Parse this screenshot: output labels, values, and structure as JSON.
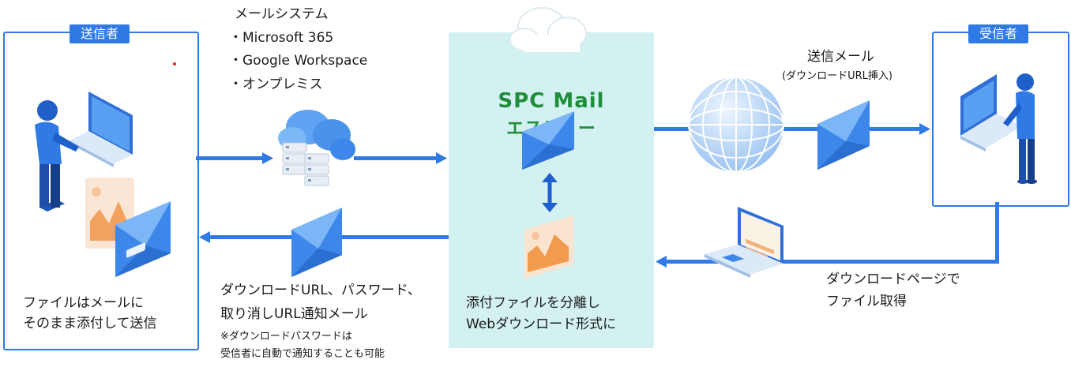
{
  "sender": {
    "tag": "送信者",
    "caption_line1": "ファイルはメールに",
    "caption_line2": "そのまま添付して送信"
  },
  "mail_system": {
    "title": "メールシステム",
    "items": [
      "・Microsoft 365",
      "・Google Workspace",
      "・オンプレミス"
    ]
  },
  "service": {
    "brand_line1": "SPC Mail",
    "brand_line2": "エスティー",
    "caption_line1": "添付ファイルを分離し",
    "caption_line2": "Webダウンロード形式に"
  },
  "return_mail": {
    "line1": "ダウンロードURL、パスワード、",
    "line2": "取り消しURL通知メール",
    "note_line1": "※ダウンロードパスワードは",
    "note_line2": "受信者に自動で通知することも可能"
  },
  "outgoing_mail": {
    "label": "送信メール",
    "sublabel": "(ダウンロードURL挿入)"
  },
  "receiver": {
    "tag": "受信者"
  },
  "download": {
    "line1": "ダウンロードページで",
    "line2": "ファイル取得"
  },
  "colors": {
    "accent": "#2f7ae5",
    "brand_green": "#1f8d3a",
    "panel_bg": "#d3f1f1"
  }
}
